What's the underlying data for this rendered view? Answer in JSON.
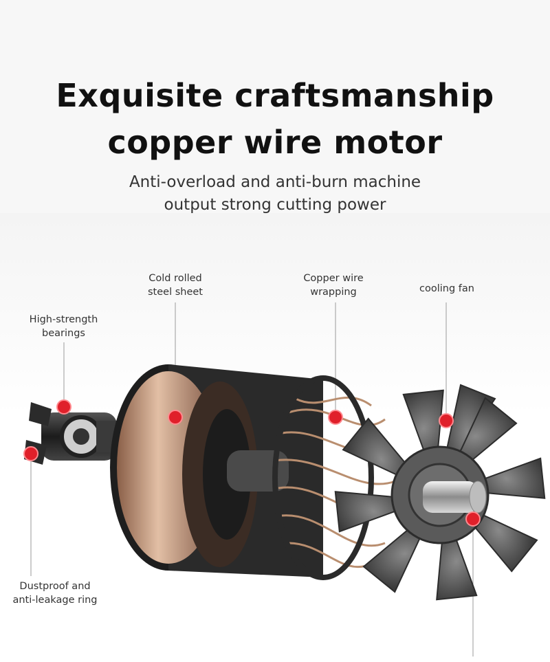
{
  "headline": {
    "line1": "Exquisite craftsmanship",
    "line2": "copper wire motor"
  },
  "subheadline": {
    "line1": "Anti-overload and anti-burn machine",
    "line2": "output strong cutting power"
  },
  "callouts": {
    "bearings": {
      "line1": "High-strength",
      "line2": "bearings"
    },
    "steel_sheet": {
      "line1": "Cold rolled",
      "line2": "steel sheet"
    },
    "copper_wire": {
      "line1": "Copper wire",
      "line2": "wrapping"
    },
    "cooling_fan": {
      "line1": "cooling fan"
    },
    "dustproof_ring": {
      "line1": "Dustproof and",
      "line2": "anti-leakage ring"
    }
  },
  "colors": {
    "marker": "#e0202a",
    "copper": "#c99a7a",
    "metal_dark": "#2a2a2a"
  }
}
